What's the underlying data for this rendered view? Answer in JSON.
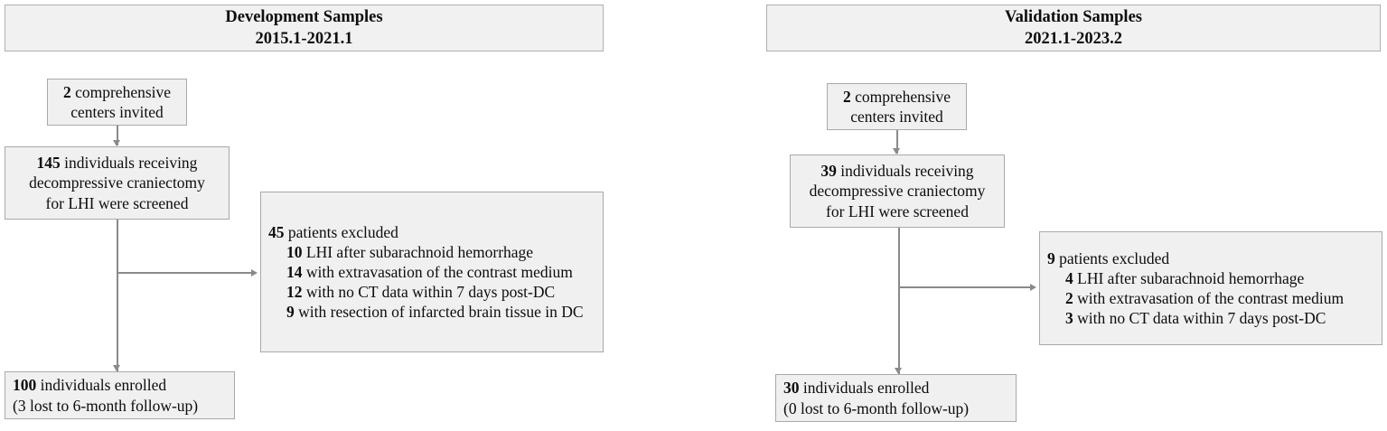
{
  "figure": {
    "type": "flowchart",
    "description": "Patient selection flow diagram for development and validation cohorts"
  },
  "panels": [
    {
      "id": "development",
      "header": {
        "title": "Development Samples",
        "period": "2015.1-2021.1"
      },
      "centers_box": {
        "count": "2",
        "line1_rest": " comprehensive",
        "line2": "centers invited"
      },
      "screened_box": {
        "count": "145",
        "line1_rest": " individuals receiving",
        "line2": "decompressive craniectomy",
        "line3": "for LHI were screened"
      },
      "excluded_box": {
        "total": "45",
        "total_rest": " patients excluded",
        "reasons": [
          {
            "n": "10",
            "text": " LHI after subarachnoid hemorrhage"
          },
          {
            "n": "14",
            "text": " with extravasation of the contrast medium"
          },
          {
            "n": "12",
            "text": " with no CT data within 7 days post-DC"
          },
          {
            "n": "9",
            "text": " with resection of infarcted brain tissue in DC"
          }
        ]
      },
      "enrolled_box": {
        "count": "100",
        "line1_rest": " individuals enrolled",
        "line2": "(3 lost to 6-month follow-up)"
      }
    },
    {
      "id": "validation",
      "header": {
        "title": "Validation Samples",
        "period": "2021.1-2023.2"
      },
      "centers_box": {
        "count": "2",
        "line1_rest": " comprehensive",
        "line2": "centers invited"
      },
      "screened_box": {
        "count": "39",
        "line1_rest": " individuals receiving",
        "line2": "decompressive craniectomy",
        "line3": "for LHI were screened"
      },
      "excluded_box": {
        "total": "9",
        "total_rest": " patients excluded",
        "reasons": [
          {
            "n": "4",
            "text": " LHI after subarachnoid hemorrhage"
          },
          {
            "n": "2",
            "text": " with extravasation of the contrast medium"
          },
          {
            "n": "3",
            "text": " with no CT data within 7 days post-DC"
          }
        ]
      },
      "enrolled_box": {
        "count": "30",
        "line1_rest": " individuals enrolled",
        "line2": "(0 lost to 6-month follow-up)"
      }
    }
  ],
  "colors": {
    "box_fill": "#f0f0f0",
    "box_border": "#a9a9a9",
    "connector": "#8a8a8a",
    "text": "#0d0d0d"
  }
}
